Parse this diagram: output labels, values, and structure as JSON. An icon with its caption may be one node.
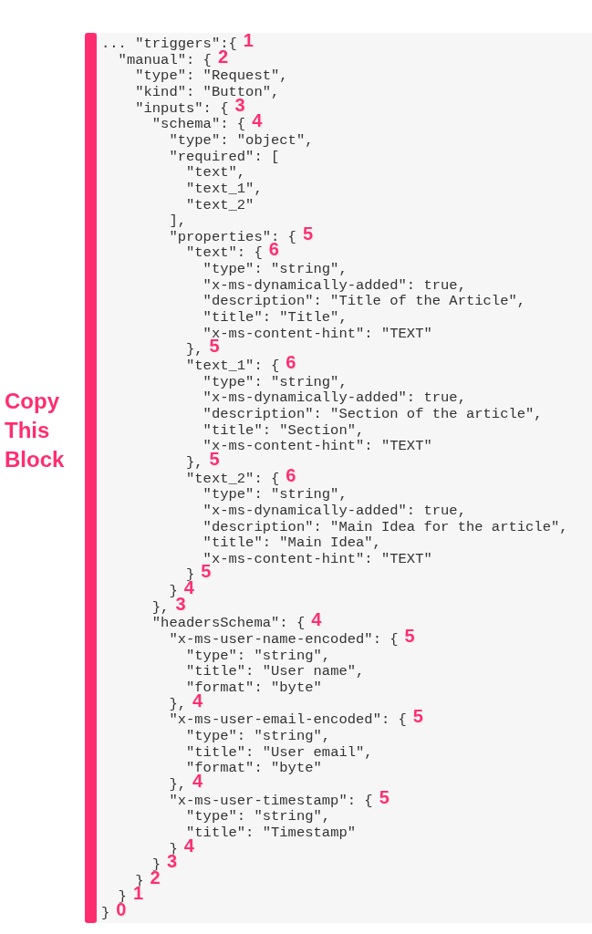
{
  "diagram": {
    "labels": [
      "Copy This Block",
      "... \"triggers\":{",
      "1",
      "\"manual\": {",
      "2",
      "\"type\": \"Request\",",
      "\"kind\": \"Button\",",
      "\"inputs\": {",
      "3",
      "\"schema\": {",
      "4",
      "\"type\": \"object\",",
      "\"required\": [",
      "\"text\",",
      "\"text_1\",",
      "\"text_2\"",
      "],",
      "\"properties\": {",
      "5",
      "\"text\": {",
      "6",
      "\"type\": \"string\",",
      "\"x-ms-dynamically-added\": true,",
      "\"description\": \"Title of the Article\",",
      "\"title\": \"Title\",",
      "\"x-ms-content-hint\": \"TEXT\"",
      "},",
      "5",
      "\"text_1\": {",
      "6",
      "\"type\": \"string\",",
      "\"x-ms-dynamically-added\": true,",
      "\"description\": \"Section of the article\",",
      "\"title\": \"Section\",",
      "\"x-ms-content-hint\": \"TEXT\"",
      "},",
      "5",
      "\"text_2\": {",
      "6",
      "\"type\": \"string\",",
      "\"x-ms-dynamically-added\": true,",
      "\"description\": \"Main Idea for the article\",",
      "\"title\": \"Main Idea\",",
      "\"x-ms-content-hint\": \"TEXT\"",
      "}",
      "5",
      "}",
      "4",
      "},",
      "3",
      "\"headersSchema\": {",
      "4",
      "\"x-ms-user-name-encoded\": {",
      "5",
      "\"type\": \"string\",",
      "\"title\": \"User name\",",
      "\"format\": \"byte\"",
      "},",
      "4",
      "\"x-ms-user-email-encoded\": {",
      "5",
      "\"type\": \"string\",",
      "\"title\": \"User email\",",
      "\"format\": \"byte\"",
      "},",
      "4",
      "\"x-ms-user-timestamp\": {",
      "5",
      "\"type\": \"string\",",
      "\"title\": \"Timestamp\"",
      "}",
      "4",
      "}",
      "3",
      "}",
      "2",
      "}",
      "1",
      "}",
      "0"
    ]
  }
}
